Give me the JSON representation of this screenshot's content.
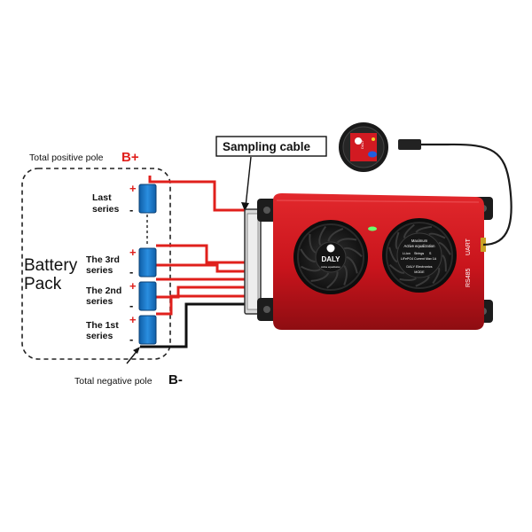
{
  "labels": {
    "positive_pole": "Total positive pole",
    "positive_sign": "B+",
    "negative_pole": "Total negative pole",
    "negative_sign": "B-",
    "sampling_cable": "Sampling cable",
    "battery_line1": "Battery",
    "battery_line2": "Pack"
  },
  "cells": [
    {
      "line1": "Last",
      "line2": "series"
    },
    {
      "line1": "The 3rd",
      "line2": "series"
    },
    {
      "line1": "The 2nd",
      "line2": "series"
    },
    {
      "line1": "The 1st",
      "line2": "series"
    }
  ],
  "polarity": {
    "plus": "+",
    "minus": "-"
  },
  "device": {
    "brand": "DALY",
    "fan_badge": "Active equalization",
    "label_title": "Maximum",
    "label_subtitle": "Active equalization",
    "label_row1_left": "Li-ion",
    "label_row1_mid": "Strings",
    "label_row1_right": "S",
    "label_row2_left": "LiFePO4",
    "label_row2_mid": "Current",
    "label_row2_right": "Max 1A",
    "label_company": "DALY Electronics",
    "label_model": "MODE",
    "port_rs485": "RS485",
    "port_uart": "UART"
  },
  "remote": {
    "brand": "DALY"
  },
  "colors": {
    "wire_red": "#e0201c",
    "wire_black": "#111111",
    "cell_blue": "#1677c8",
    "device_red": "#c8141c"
  }
}
